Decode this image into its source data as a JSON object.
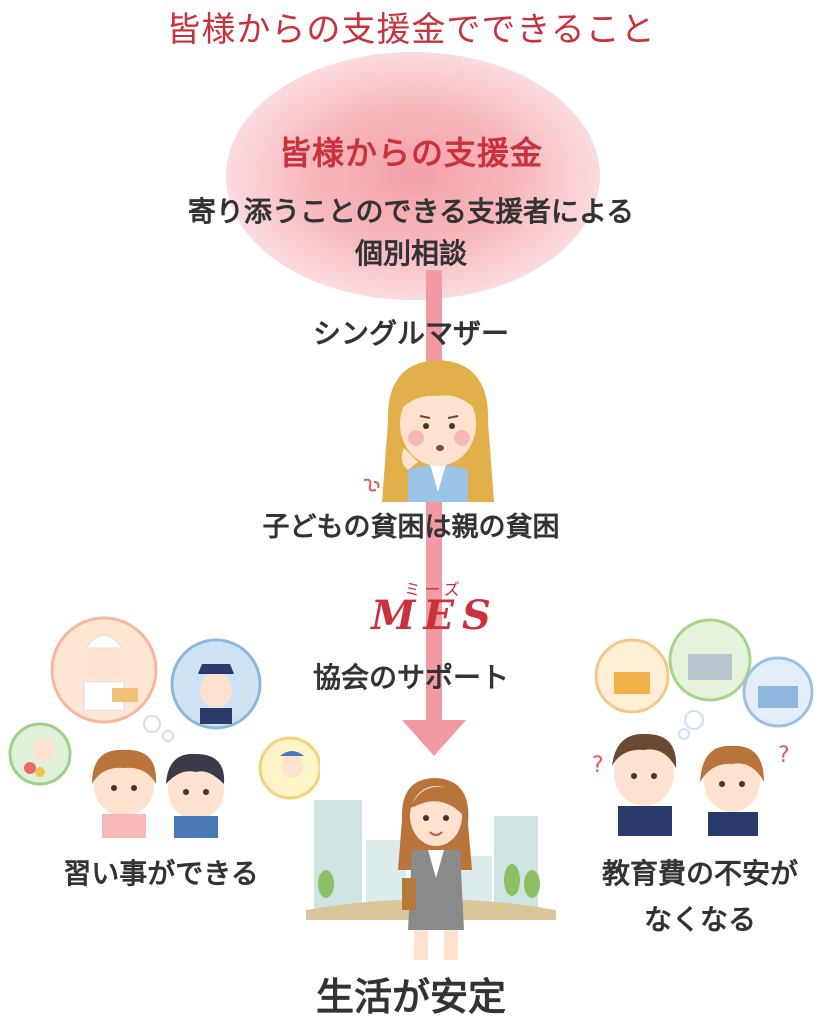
{
  "title": "皆様からの支援金でできること",
  "support": {
    "title": "皆様からの支援金",
    "line1": "寄り添うことのできる支援者による",
    "line2": "個別相談"
  },
  "mother": {
    "label": "シングルマザー",
    "caption": "子どもの貧困は親の貧困"
  },
  "mes": {
    "ruby": "ミーズ",
    "logo": "MES",
    "association": "協会のサポート"
  },
  "outcomes": {
    "lessons": "習い事ができる",
    "education_line1": "教育費の不安が",
    "education_line2": "なくなる",
    "stable": "生活が安定"
  },
  "colors": {
    "accent": "#c9313b",
    "arrow": "#f19aa4",
    "glow": "#f4a0a8",
    "text": "#333333"
  }
}
